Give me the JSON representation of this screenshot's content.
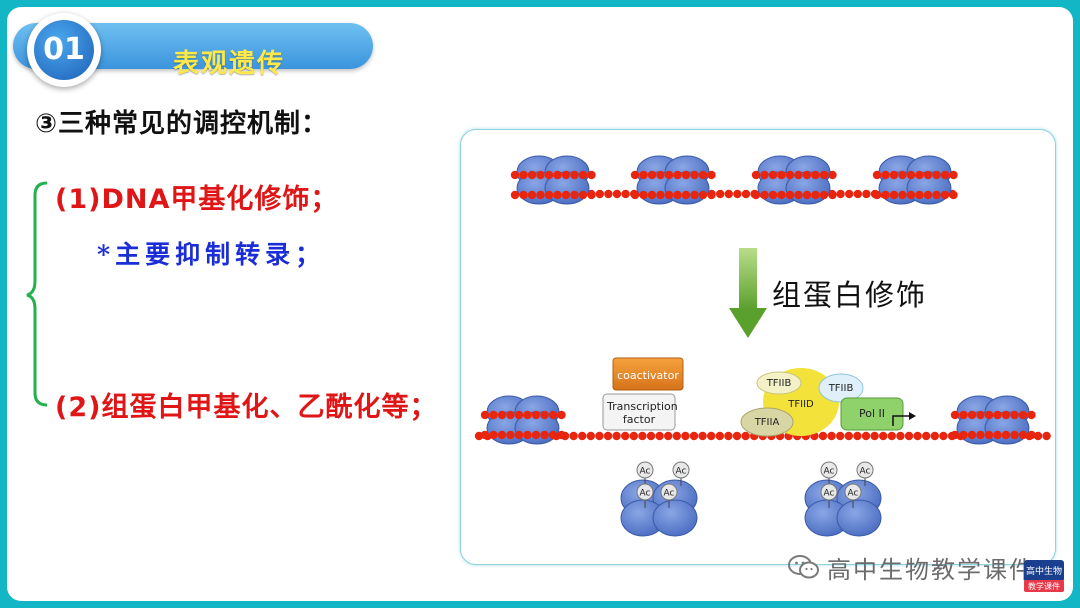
{
  "header": {
    "number": "01",
    "title": "表观遗传"
  },
  "heading": "③三种常见的调控机制：",
  "items": [
    {
      "label": "(1)DNA甲基化修饰；",
      "note": "*主要抑制转录；"
    },
    {
      "label": "(2)组蛋白甲基化、乙酰化等；"
    }
  ],
  "figure": {
    "arrow_label": "组蛋白修饰",
    "coactivator": "coactivator",
    "transcription_factor": "Transcription factor",
    "tfiib_1": "TFIIB",
    "tfiib_2": "TFIIB",
    "tfiid": "TFIID",
    "tfiia": "TFIIA",
    "pol2": "Pol II",
    "ac": "Ac"
  },
  "watermark": {
    "text": "高中生物教学课件",
    "logo_line1": "高中生物",
    "logo_line2": "教学课件"
  },
  "colors": {
    "frame": "#13b6c4",
    "header_gradient_top": "#6fc0f1",
    "header_gradient_bottom": "#3b94dd",
    "header_title": "#ffe94a",
    "item_red": "#e01515",
    "note_blue": "#1a2dd6",
    "bracket_green": "#22b14c",
    "histone_blue": "#5b7fcf",
    "dna_red": "#e8250f",
    "arrow_green": "#6bb33a"
  }
}
